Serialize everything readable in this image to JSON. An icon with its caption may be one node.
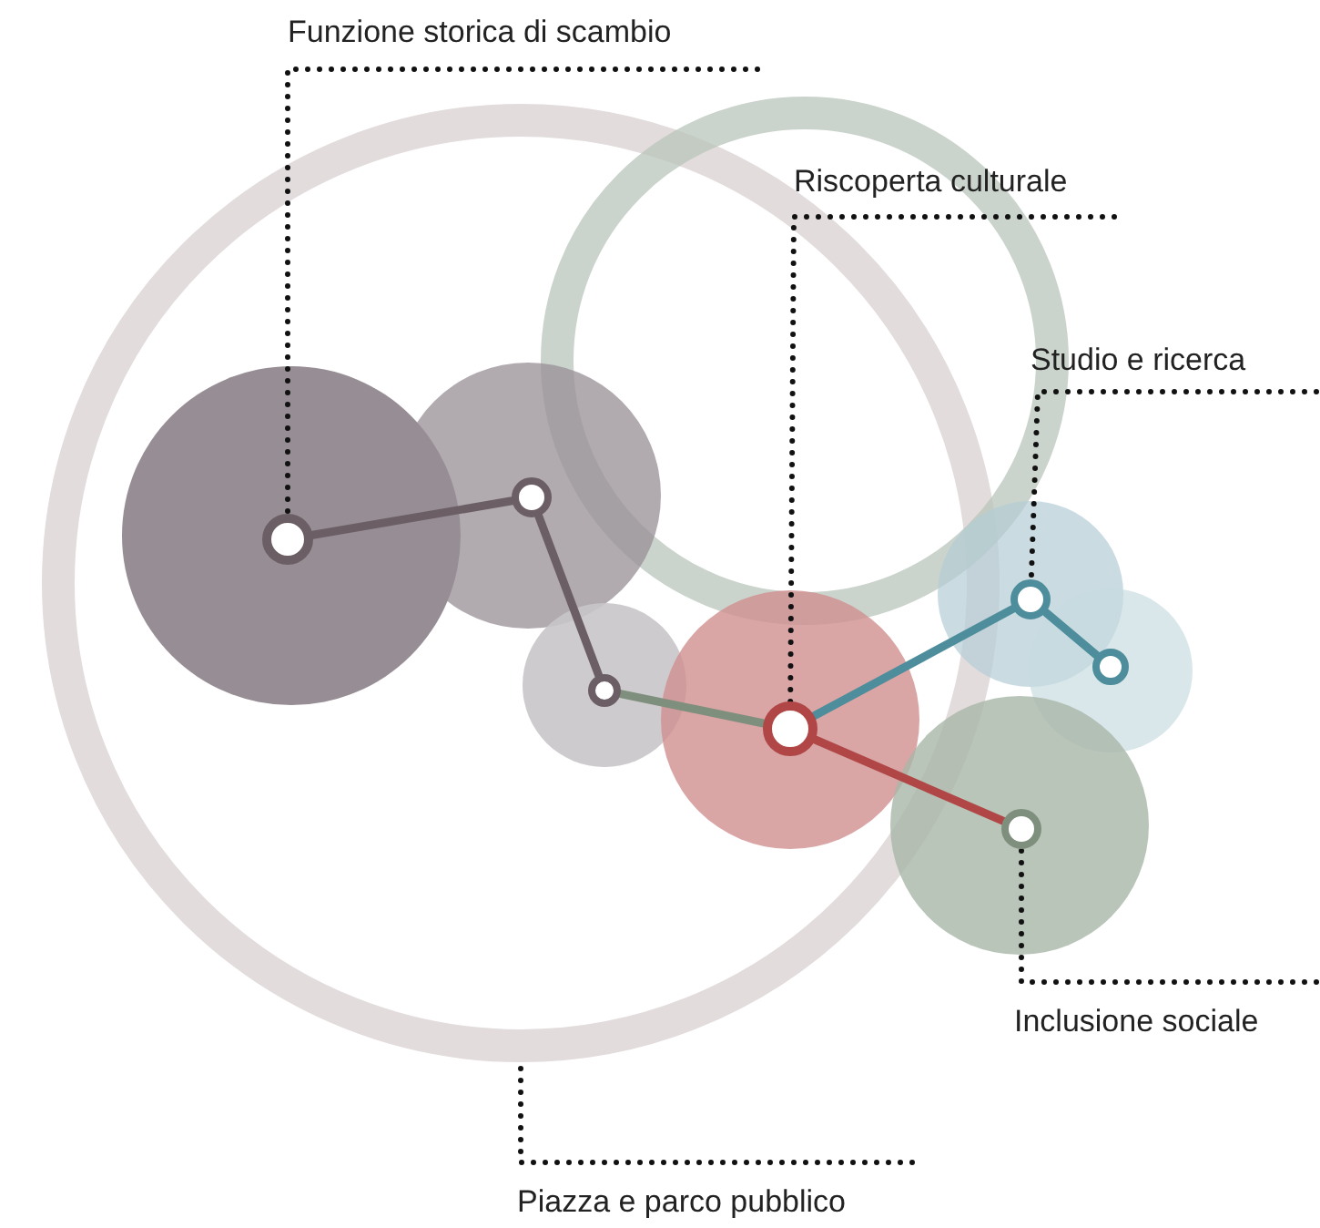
{
  "diagram": {
    "nodes": [
      {
        "text": [
          "Funzione storica di scambio"
        ]
      },
      {
        "text": [
          "Riscoperta culturale"
        ]
      },
      {
        "text": [
          "Studio e ricerca"
        ]
      },
      {
        "text": [
          "Inclusione sociale"
        ]
      },
      {
        "text": [
          "Piazza e parco pubblico"
        ]
      },
      {
        "text": [],
        "shape": "circle"
      },
      {
        "text": [],
        "shape": "circle"
      },
      {
        "text": [],
        "shape": "circle"
      },
      {
        "text": [],
        "shape": "circle"
      },
      {
        "text": [],
        "shape": "circle"
      },
      {
        "text": [],
        "shape": "circle"
      },
      {
        "text": [],
        "shape": "circle"
      }
    ],
    "edges": [
      {
        "from": 5,
        "to": 6,
        "arrow": "none",
        "color": "#6b5f65"
      },
      {
        "from": 6,
        "to": 7,
        "arrow": "none",
        "color": "#6b5f65"
      },
      {
        "from": 7,
        "to": 8,
        "arrow": "none",
        "color": "#7f8f7d"
      },
      {
        "from": 8,
        "to": 9,
        "arrow": "none",
        "color": "#4e8d9b"
      },
      {
        "from": 9,
        "to": 10,
        "arrow": "none",
        "color": "#4e8d9b"
      },
      {
        "from": 8,
        "to": 11,
        "arrow": "none",
        "color": "#b04646"
      },
      {
        "from": 0,
        "to": 5,
        "arrow": "none",
        "style": "dashed"
      },
      {
        "from": 1,
        "to": 8,
        "arrow": "none",
        "style": "dashed"
      },
      {
        "from": 2,
        "to": 9,
        "arrow": "none",
        "style": "dashed"
      },
      {
        "from": 3,
        "to": 11,
        "arrow": "none",
        "style": "dashed"
      },
      {
        "from": 4,
        "to": null,
        "arrow": "none",
        "style": "dashed"
      }
    ]
  }
}
